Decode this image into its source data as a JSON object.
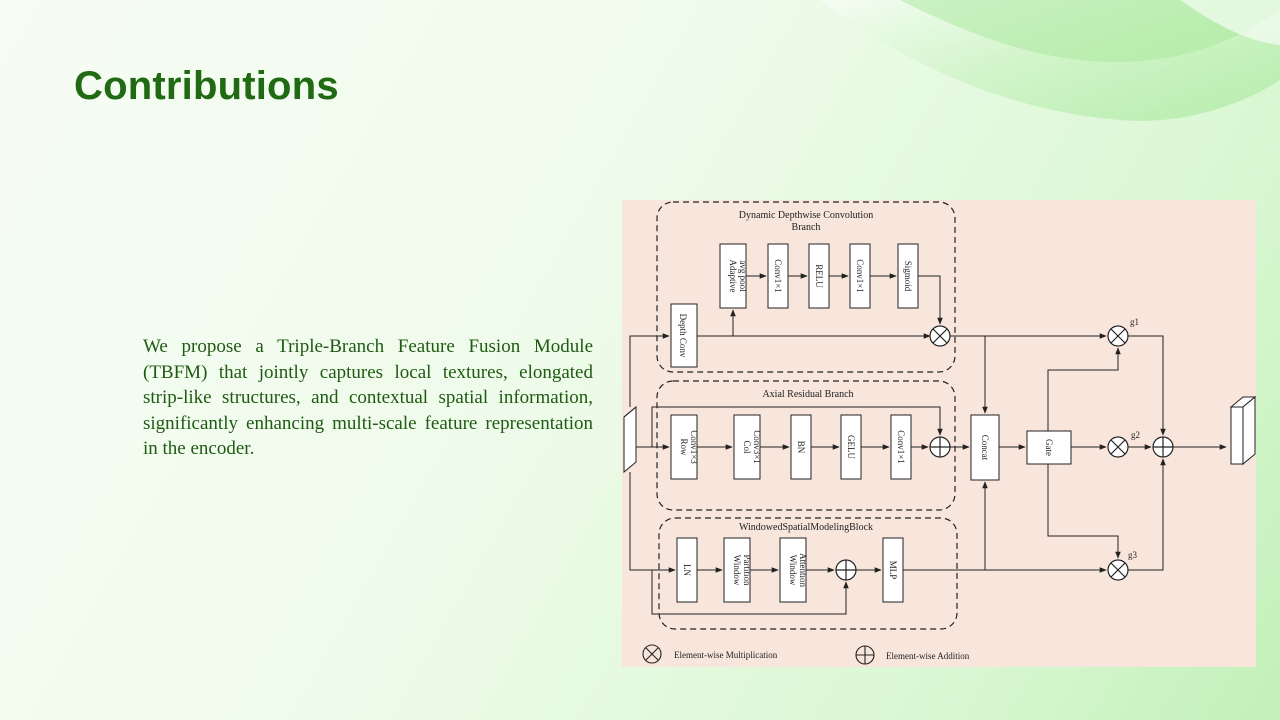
{
  "slide": {
    "title": "Contributions",
    "body": "We propose a Triple-Branch Feature Fusion Module (TBFM) that jointly captures local textures, elongated strip-like structures, and contextual spatial information, significantly enhancing multi-scale feature representation in the encoder."
  },
  "diagram": {
    "branch1": {
      "title_line1": "Dynamic Depthwise Convolution",
      "title_line2": "Branch",
      "depth_conv": "Depth Conv",
      "pool_line1": "Adaptive",
      "pool_line2": "avg pool",
      "conv_a": "Conv1×1",
      "relu": "RELU",
      "conv_b": "Conv1×1",
      "sigmoid": "Sigmoid"
    },
    "branch2": {
      "title": "Axial Residual Branch",
      "row_line1": "Row",
      "row_line2": "Conv1×3",
      "col_line1": "Col",
      "col_line2": "Conv3×1",
      "bn": "BN",
      "gelu": "GELU",
      "conv": "Conv1×1"
    },
    "branch3": {
      "title": "WindowedSpatialModelingBlock",
      "ln": "LN",
      "wp_line1": "Window",
      "wp_line2": "Partition",
      "wa_line1": "Window",
      "wa_line2": "Attention",
      "mlp": "MLP"
    },
    "concat": "Concat",
    "gate": "Gate",
    "g1": "g1",
    "g2": "g2",
    "g3": "g3",
    "legend_mult": "Element-wise Multiplication",
    "legend_add": "Element-wise Addition"
  }
}
